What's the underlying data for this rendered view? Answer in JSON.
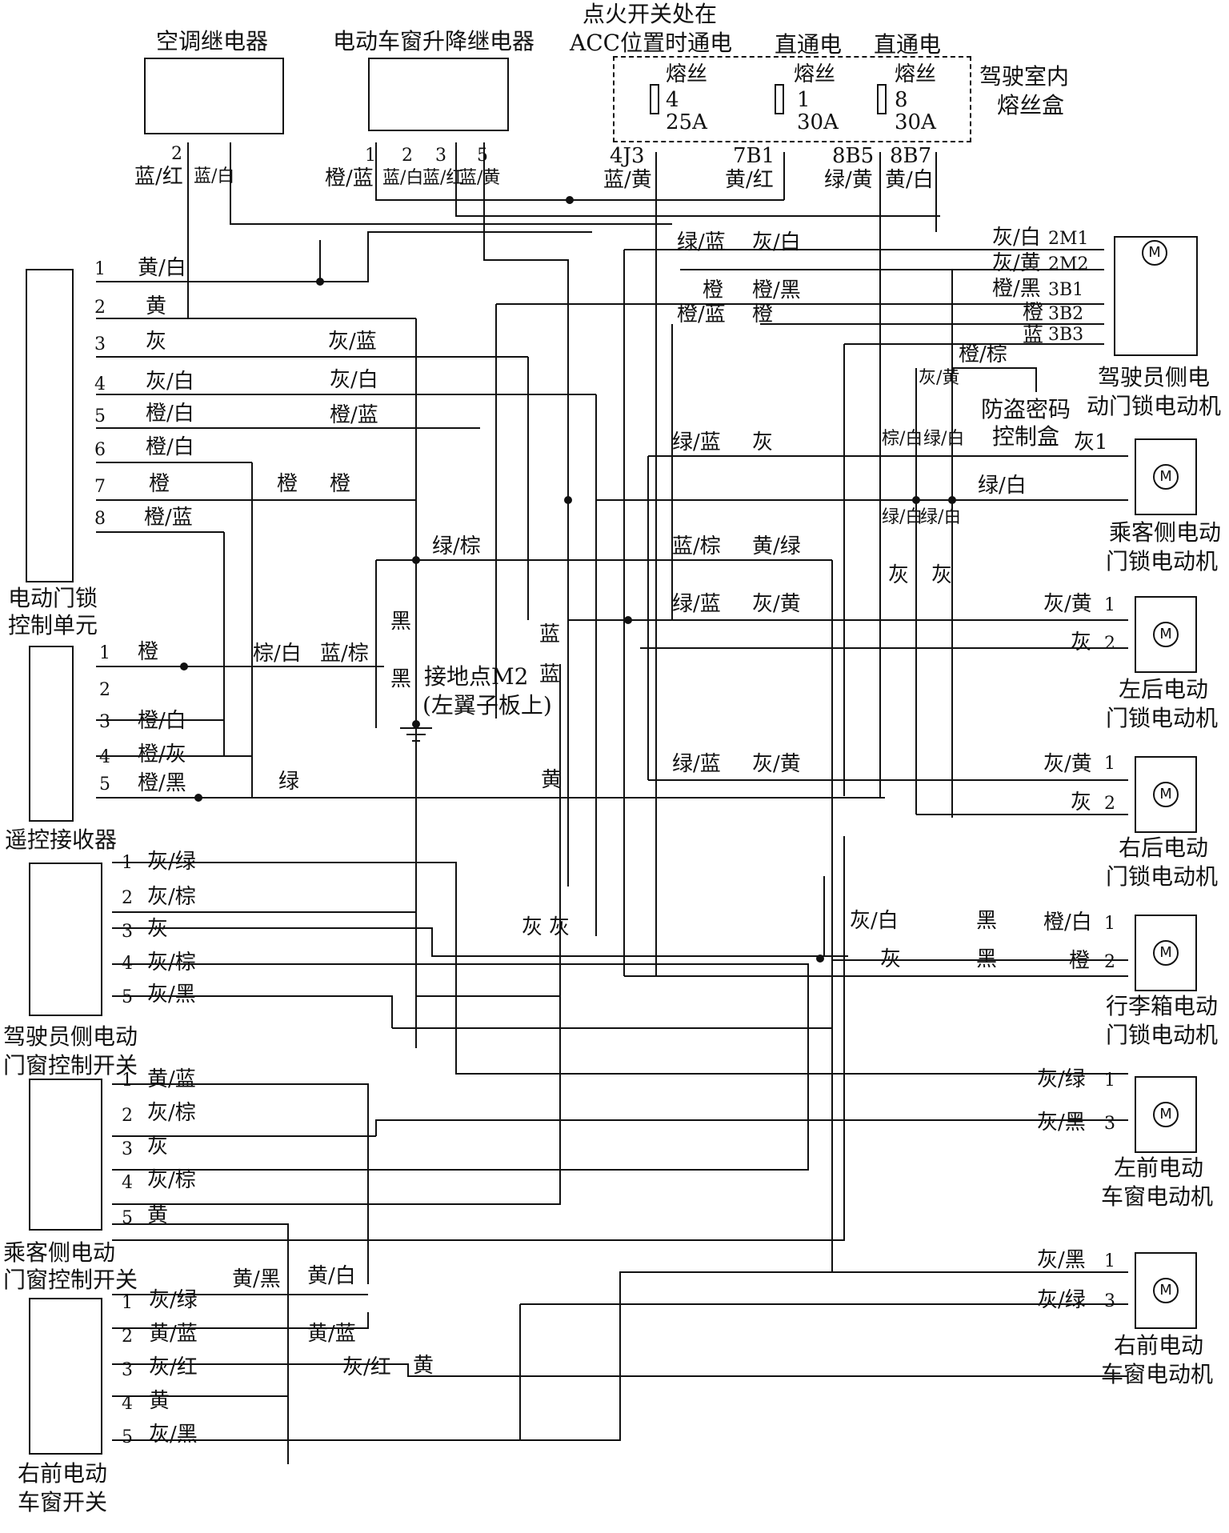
{
  "components": {
    "ac_relay": "空调继电器",
    "window_relay": "电动车窗升降继电器",
    "acc_note_line1": "点火开关处在",
    "acc_note_line2": "ACC位置时通电",
    "direct_power_1": "直通电",
    "direct_power_2": "直通电",
    "fuse_box_line1": "驾驶室内",
    "fuse_box_line2": "熔丝盒",
    "fuses": [
      {
        "label": "熔丝",
        "num": "4",
        "rating": "25A",
        "terminal": "4J3",
        "wire": "蓝/黄"
      },
      {
        "label": "熔丝",
        "num": "1",
        "rating": "30A",
        "terminal": "7B1",
        "wire": "黄/红"
      },
      {
        "label": "熔丝",
        "num": "8",
        "rating": "30A",
        "terminal": "8B5",
        "wire": "绿/黄"
      },
      {
        "label": "",
        "num": "",
        "rating": "",
        "terminal": "8B7",
        "wire": "黄/白"
      }
    ],
    "door_lock_unit_line1": "电动门锁",
    "door_lock_unit_line2": "控制单元",
    "remote_receiver": "遥控接收器",
    "ground_point_line1": "接地点M2",
    "ground_point_line2": "(左翼子板上)",
    "anti_theft_line1": "防盗密码",
    "anti_theft_line2": "控制盒",
    "driver_lock_motor_line1": "驾驶员侧电",
    "driver_lock_motor_line2": "动门锁电动机",
    "passenger_lock_motor_line1": "乘客侧电动",
    "passenger_lock_motor_line2": "门锁电动机",
    "left_rear_lock_line1": "左后电动",
    "left_rear_lock_line2": "门锁电动机",
    "right_rear_lock_line1": "右后电动",
    "right_rear_lock_line2": "门锁电动机",
    "trunk_lock_line1": "行李箱电动",
    "trunk_lock_line2": "门锁电动机",
    "left_front_window_line1": "左前电动",
    "left_front_window_line2": "车窗电动机",
    "right_front_window_line1": "右前电动",
    "right_front_window_line2": "车窗电动机",
    "driver_window_switch_line1": "驾驶员侧电动",
    "driver_window_switch_line2": "门窗控制开关",
    "passenger_window_switch_line1": "乘客侧电动",
    "passenger_window_switch_line2": "门窗控制开关",
    "right_front_switch_line1": "右前电动",
    "right_front_switch_line2": "车窗开关",
    "motor_symbol": "M"
  },
  "relay_pins": {
    "ac": [
      {
        "num": "2",
        "wire": "蓝/红"
      },
      {
        "num": "",
        "wire": "蓝/白"
      }
    ],
    "window": [
      {
        "num": "1",
        "wire": "橙/蓝"
      },
      {
        "num": "2",
        "wire": "蓝/白"
      },
      {
        "num": "3",
        "wire": "蓝/红"
      },
      {
        "num": "5",
        "wire": "蓝/黄"
      }
    ]
  },
  "lock_unit_pins": [
    {
      "num": "1",
      "wire": "黄/白"
    },
    {
      "num": "2",
      "wire": "黄"
    },
    {
      "num": "3",
      "wire": "灰",
      "far": "灰/蓝"
    },
    {
      "num": "4",
      "wire": "灰/白",
      "far": "灰/白"
    },
    {
      "num": "5",
      "wire": "橙/白",
      "far": "橙/蓝"
    },
    {
      "num": "6",
      "wire": "橙/白"
    },
    {
      "num": "7",
      "wire": "橙",
      "mid": "橙",
      "far": "橙"
    },
    {
      "num": "8",
      "wire": "橙/蓝"
    }
  ],
  "receiver_pins": [
    {
      "num": "1",
      "wire": "橙"
    },
    {
      "num": "2",
      "wire": ""
    },
    {
      "num": "3",
      "wire": "橙/白"
    },
    {
      "num": "4",
      "wire": "橙/灰"
    },
    {
      "num": "5",
      "wire": "橙/黑",
      "far": "绿"
    }
  ],
  "driver_lock_pins": [
    {
      "wire": "灰/白",
      "pin": "2M1"
    },
    {
      "wire": "灰/黄",
      "pin": "2M2"
    },
    {
      "wire": "橙/黑",
      "pin": "3B1"
    },
    {
      "wire": "橙",
      "pin": "3B2"
    },
    {
      "wire": "蓝",
      "pin": "3B3"
    }
  ],
  "wire_labels": {
    "green_blue_top": "绿/蓝",
    "gray_white_top": "灰/白",
    "orange_a": "橙",
    "orange_black": "橙/黑",
    "orange_blue_b": "橙/蓝",
    "orange_b": "橙",
    "orange_brown": "橙/棕",
    "gray_yellow_v": "灰/黄",
    "brown_white": "棕/白",
    "green_white_a": "绿/白",
    "green_white_b": "绿/白",
    "green_white_c": "绿/白",
    "green_white_right": "绿/白",
    "gray_v1": "灰",
    "gray_v2": "灰",
    "green_blue_mid": "绿/蓝",
    "gray_mid": "灰",
    "gray_1": "灰1",
    "green_brown": "绿/棕",
    "blue_brown": "蓝/棕",
    "yellow_green": "黄/绿",
    "black_a": "黑",
    "black_b": "黑",
    "brown_white_r": "棕/白",
    "blue_brown_r": "蓝/棕",
    "blue_a": "蓝",
    "blue_b": "蓝",
    "green_blue_lr": "绿/蓝",
    "gray_yellow_lr": "灰/黄",
    "lr_pin1": "灰/黄",
    "lr_pin2": "灰",
    "green_blue_rr": "绿/蓝",
    "gray_yellow_rr": "灰/黄",
    "rr_pin1": "灰/黄",
    "rr_pin2": "灰",
    "yellow_v": "黄",
    "gray_x1": "灰",
    "gray_x2": "灰",
    "gray_white_trunk": "灰/白",
    "black_trunk1": "黑",
    "trunk_pin1": "橙/白",
    "gray_trunk": "灰",
    "black_trunk2": "黑",
    "trunk_pin2": "橙",
    "lf_pin1": "灰/绿",
    "lf_pin3": "灰/黑",
    "yellow_black": "黄/黑",
    "yellow_white": "黄/白",
    "rf_pin1": "灰/黑",
    "rf_pin3": "灰/绿",
    "yellow_blue_r": "黄/蓝",
    "gray_red_r": "灰/红",
    "yellow_r": "黄"
  },
  "pin_numbers": {
    "one": "1",
    "two": "2",
    "three": "3"
  },
  "driver_switch_pins": [
    {
      "num": "1",
      "wire": "灰/绿"
    },
    {
      "num": "2",
      "wire": "灰/棕"
    },
    {
      "num": "3",
      "wire": "灰"
    },
    {
      "num": "4",
      "wire": "灰/棕"
    },
    {
      "num": "5",
      "wire": "灰/黑"
    }
  ],
  "passenger_switch_pins": [
    {
      "num": "1",
      "wire": "黄/蓝"
    },
    {
      "num": "2",
      "wire": "灰/棕"
    },
    {
      "num": "3",
      "wire": "灰"
    },
    {
      "num": "4",
      "wire": "灰/棕"
    },
    {
      "num": "5",
      "wire": "黄"
    }
  ],
  "rf_switch_pins": [
    {
      "num": "1",
      "wire": "灰/绿"
    },
    {
      "num": "2",
      "wire": "黄/蓝"
    },
    {
      "num": "3",
      "wire": "灰/红"
    },
    {
      "num": "4",
      "wire": "黄"
    },
    {
      "num": "5",
      "wire": "灰/黑"
    }
  ]
}
